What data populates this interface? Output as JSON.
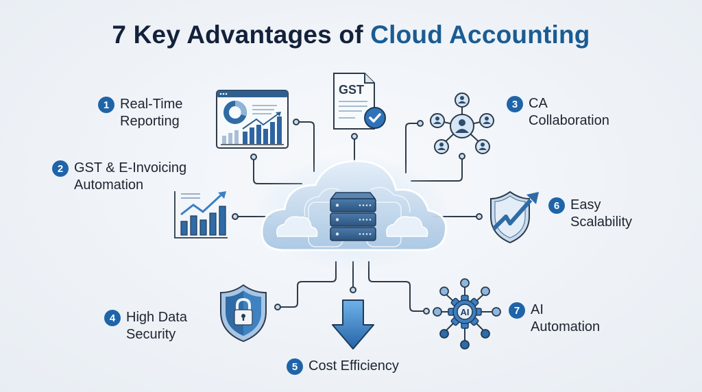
{
  "title": {
    "prefix": "7 Key Advantages of ",
    "accent": "Cloud Accounting"
  },
  "colors": {
    "title": "#14213a",
    "accent": "#1a5c93",
    "badge": "#1f64a8",
    "connector": "#2d3a4a",
    "background": "#eef2f7"
  },
  "center": {
    "icon": "cloud-server-icon"
  },
  "advantages": [
    {
      "number": "1",
      "line1": "Real-Time",
      "line2": "Reporting",
      "icon": "dashboard-report-icon"
    },
    {
      "number": "2",
      "line1": "GST & E-Invoicing",
      "line2": "Automation",
      "icon": "bar-chart-growth-icon"
    },
    {
      "number": "3",
      "line1": "CA",
      "line2": "Collaboration",
      "icon": "people-network-icon"
    },
    {
      "number": "4",
      "line1": "High Data",
      "line2": "Security",
      "icon": "shield-lock-icon"
    },
    {
      "number": "5",
      "line1": "Cost Efficiency",
      "line2": "",
      "icon": "down-arrow-icon"
    },
    {
      "number": "6",
      "line1": "Easy",
      "line2": "Scalability",
      "icon": "shield-growth-arrow-icon"
    },
    {
      "number": "7",
      "line1": "AI",
      "line2": "Automation",
      "icon": "ai-gear-network-icon"
    }
  ],
  "gst_document": {
    "text": "GST",
    "icon": "gst-document-check-icon"
  },
  "ai_gear": {
    "text": "AI"
  }
}
